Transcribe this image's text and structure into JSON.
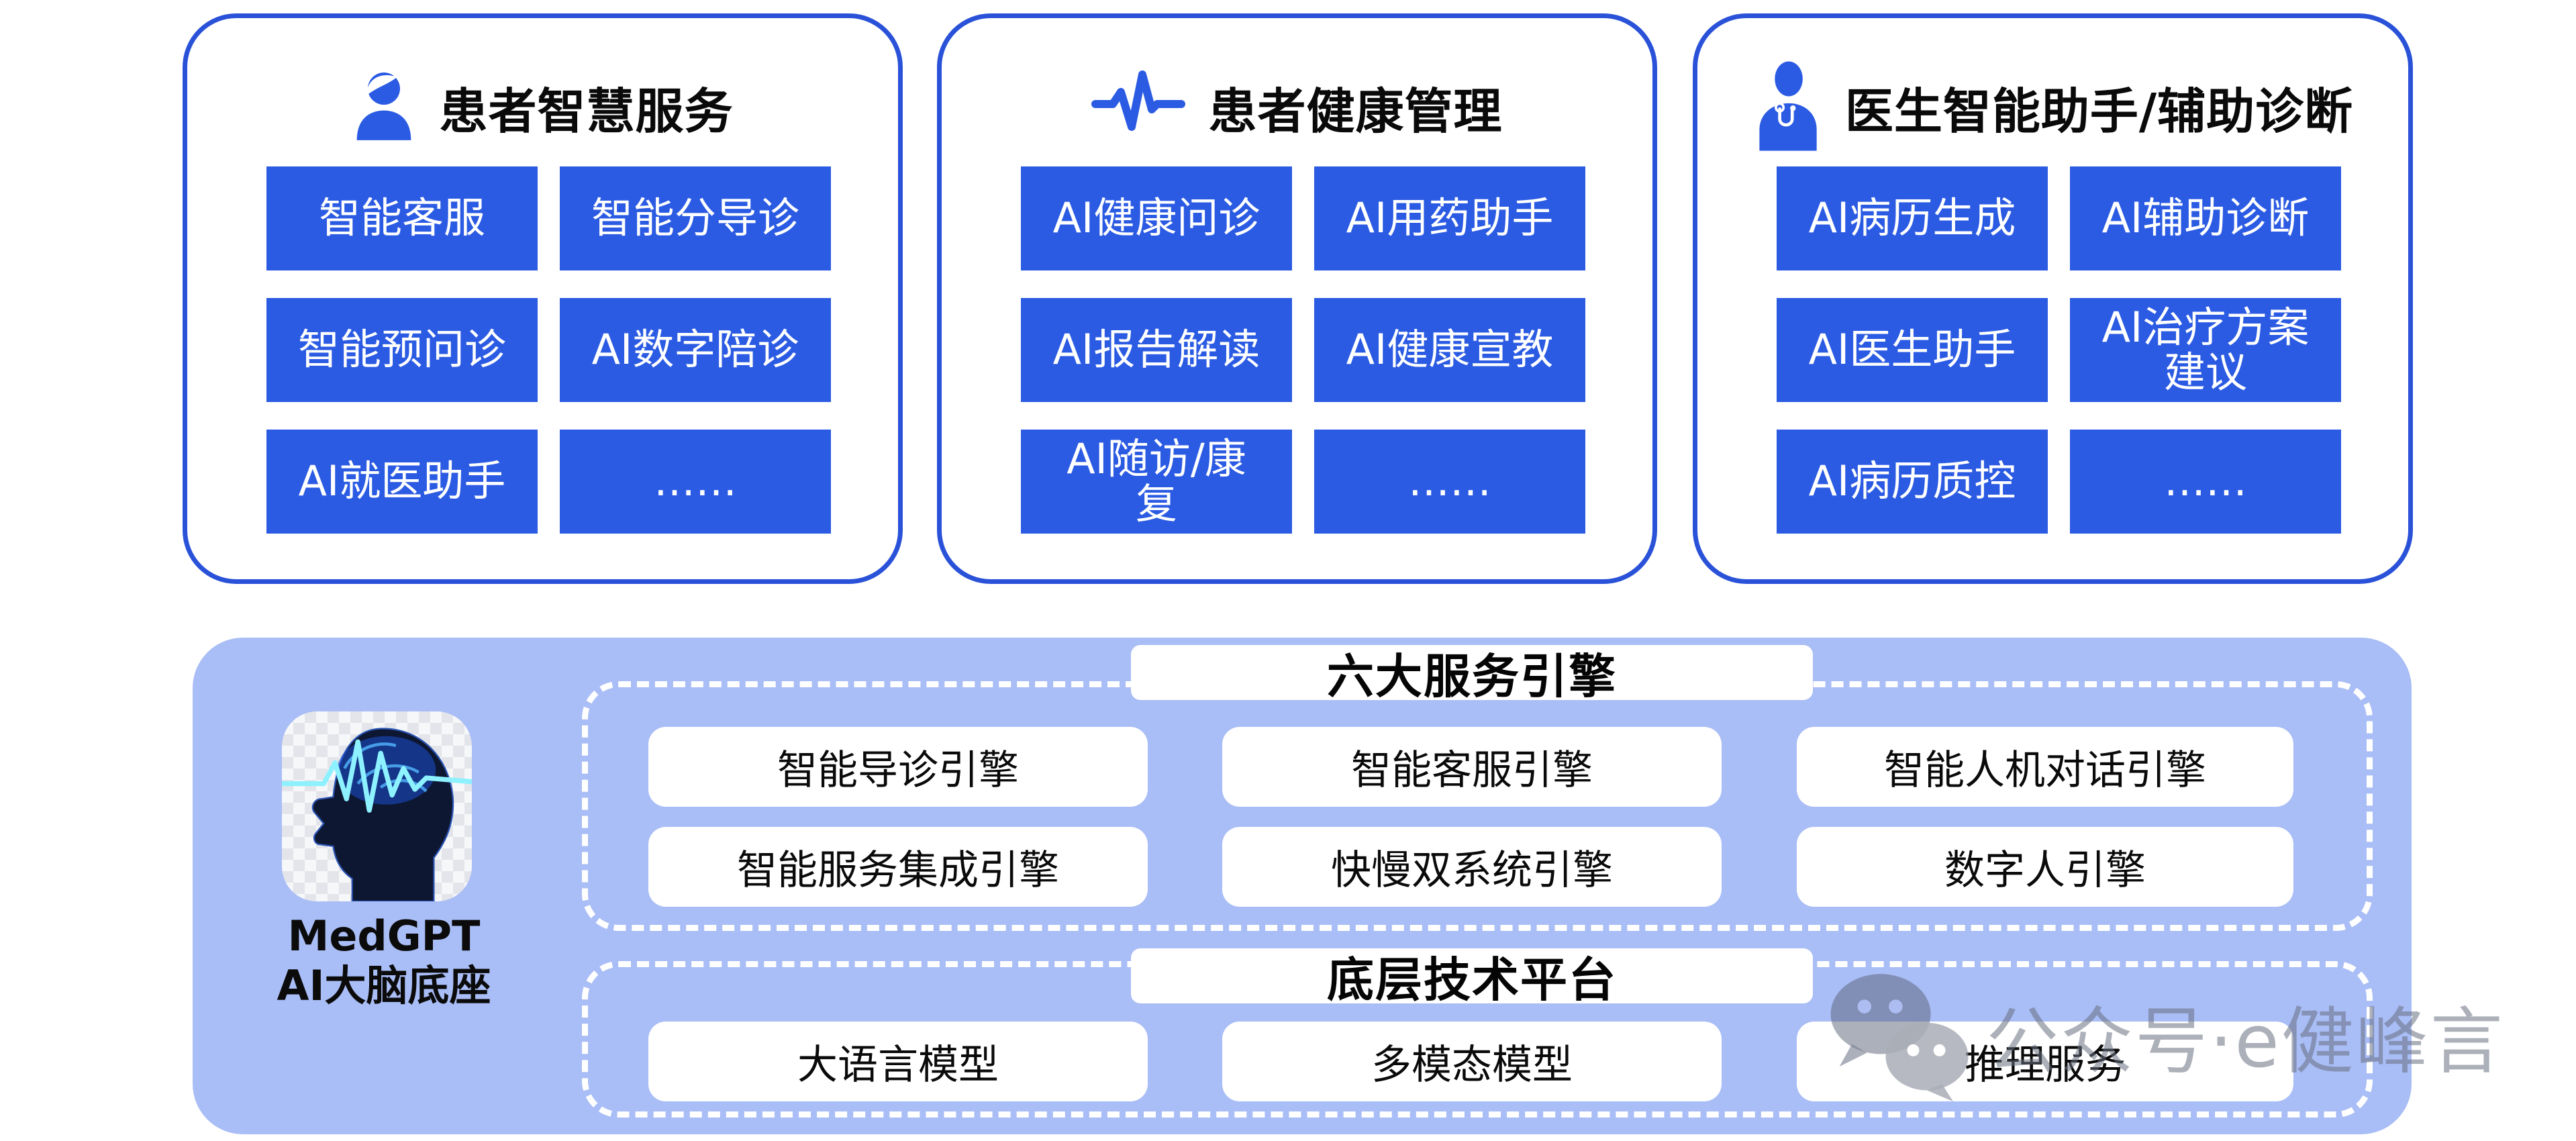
{
  "colors": {
    "primary_blue": "#2b5be3",
    "card_border_blue": "#2a52d8",
    "panel_blue": "#a9bdf6"
  },
  "cards": [
    {
      "title": "患者智慧服务",
      "icon": "patient-icon",
      "buttons": [
        "智能客服",
        "智能分导诊",
        "智能预问诊",
        "AI数字陪诊",
        "AI就医助手",
        "……"
      ]
    },
    {
      "title": "患者健康管理",
      "icon": "heartbeat-icon",
      "buttons": [
        "AI健康问诊",
        "AI用药助手",
        "AI报告解读",
        "AI健康宣教",
        "AI随访/康复",
        "……"
      ]
    },
    {
      "title": "医生智能助手/辅助诊断",
      "icon": "doctor-icon",
      "buttons": [
        "AI病历生成",
        "AI辅助诊断",
        "AI医生助手",
        "AI治疗方案建议",
        "AI病历质控",
        "……"
      ]
    }
  ],
  "platform": {
    "brand": {
      "line1": "MedGPT",
      "line2": "AI大脑底座"
    },
    "engines": {
      "header": "六大服务引擎",
      "items": [
        "智能导诊引擎",
        "智能客服引擎",
        "智能人机对话引擎",
        "智能服务集成引擎",
        "快慢双系统引擎",
        "数字人引擎"
      ]
    },
    "tech": {
      "header": "底层技术平台",
      "items": [
        "大语言模型",
        "多模态模型",
        "推理服务"
      ]
    }
  },
  "watermark": {
    "text": "公众号·e健峰言"
  }
}
